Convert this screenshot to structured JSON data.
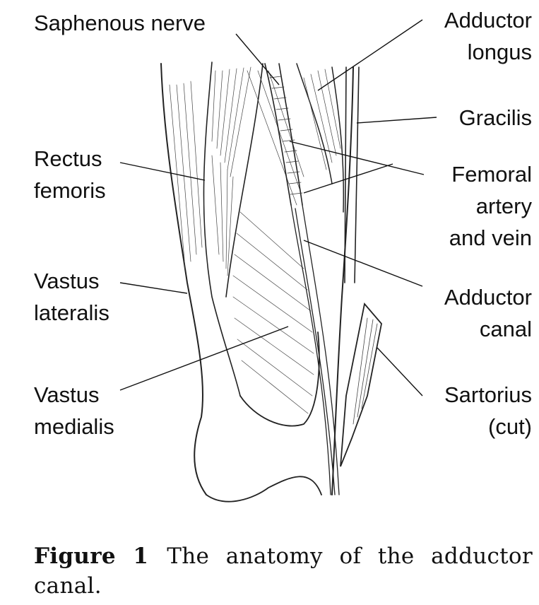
{
  "labels": {
    "saphenous_nerve": "Saphenous nerve",
    "adductor_longus": [
      "Adductor",
      "longus"
    ],
    "gracilis": "Gracilis",
    "rectus_femoris": [
      "Rectus",
      "femoris"
    ],
    "femoral_artery_vein": [
      "Femoral",
      "artery",
      "and vein"
    ],
    "vastus_lateralis": [
      "Vastus",
      "lateralis"
    ],
    "adductor_canal": [
      "Adductor",
      "canal"
    ],
    "vastus_medialis": [
      "Vastus",
      "medialis"
    ],
    "sartorius": [
      "Sartorius",
      "(cut)"
    ]
  },
  "caption": {
    "figure_number": "Figure 1",
    "text": "The anatomy of the adductor canal."
  }
}
